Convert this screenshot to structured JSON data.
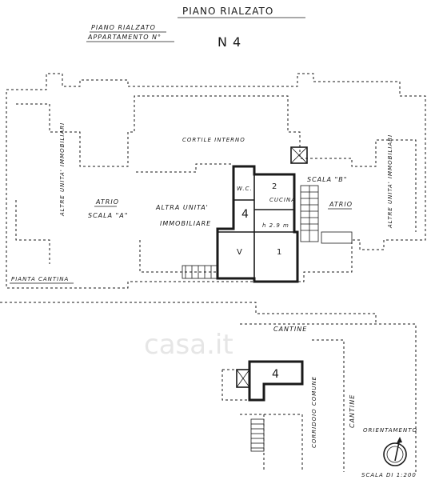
{
  "header": {
    "title": "PIANO RIALZATO",
    "subtitle_floor": "PIANO RIALZATO",
    "subtitle_apt": "APPARTAMENTO N°",
    "apt_number": "N 4"
  },
  "upper_plan": {
    "courtyard": "CORTILE INTERNO",
    "left_units": "ALTRE UNITA' IMMOBILIARI",
    "right_units": "ALTRE UNITA' IMMOBILIARI",
    "atrio_a": "ATRIO",
    "scala_a": "SCALA \"A\"",
    "other_unit_1": "ALTRA UNITA'",
    "other_unit_2": "IMMOBILIARE",
    "wc": "W.C.",
    "kitchen": "CUCINA",
    "room_2": "2",
    "unit_number": "4",
    "height": "h 2.9 m",
    "room_v": "V",
    "room_1": "1",
    "scala_b": "SCALA \"B\"",
    "atrio_b": "ATRIO"
  },
  "lower_plan": {
    "cellar_title": "PIANTA CANTINA",
    "cantine_top": "CANTINE",
    "cantine_right": "CANTINE",
    "corridoio": "CORRIDOIO COMUNE",
    "cellar_number": "4"
  },
  "orientation": {
    "label": "ORIENTAMENTO",
    "scale": "SCALA DI 1:200"
  },
  "watermark": "casa.it"
}
